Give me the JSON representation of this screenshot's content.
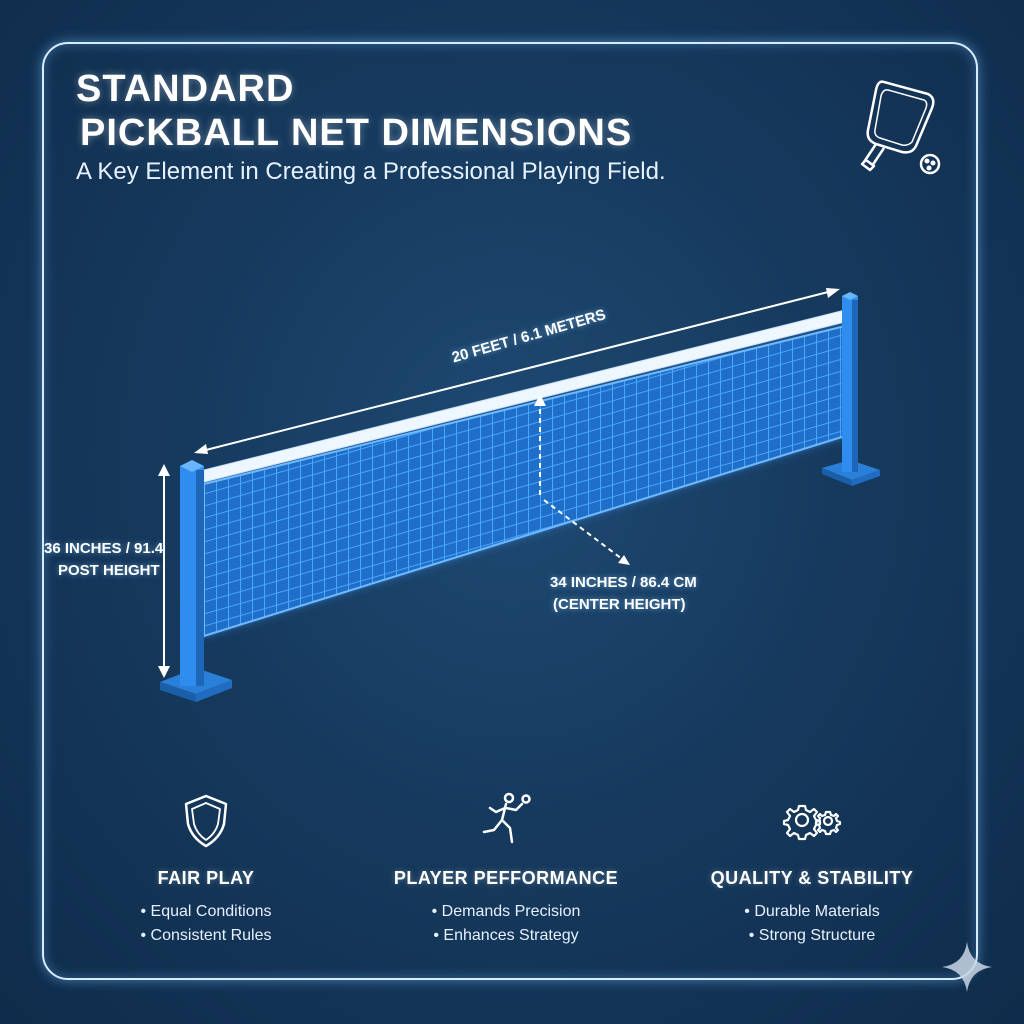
{
  "header": {
    "title_line1": "STANDARD",
    "title_line2": "PICKBALL NET DIMENSIONS",
    "subtitle": "A Key Element in Creating a Professional Playing Field."
  },
  "diagram": {
    "width_label": "20 FEET / 6.1 METERS",
    "post_height_line1": "36 INCHES / 91.4",
    "post_height_line2": "POST HEIGHT",
    "center_height_line1": "34 INCHES / 86.4 CM",
    "center_height_line2": "(CENTER HEIGHT)"
  },
  "features": [
    {
      "icon": "shield-icon",
      "title": "FAIR PLAY",
      "bullets": [
        "Equal Conditions",
        "Consistent Rules"
      ]
    },
    {
      "icon": "runner-icon",
      "title": "PLAYER PEFFORMANCE",
      "bullets": [
        "Demands Precision",
        "Enhances Strategy"
      ]
    },
    {
      "icon": "gears-icon",
      "title": "QUALITY & STABILITY",
      "bullets": [
        "Durable Materials",
        "Strong Structure"
      ]
    }
  ],
  "colors": {
    "background": "#163a5e",
    "net_blue": "#2f8df0",
    "post_blue": "#2a7fd8",
    "tape_white": "#eef6ff",
    "frame": "#d8ecff"
  }
}
